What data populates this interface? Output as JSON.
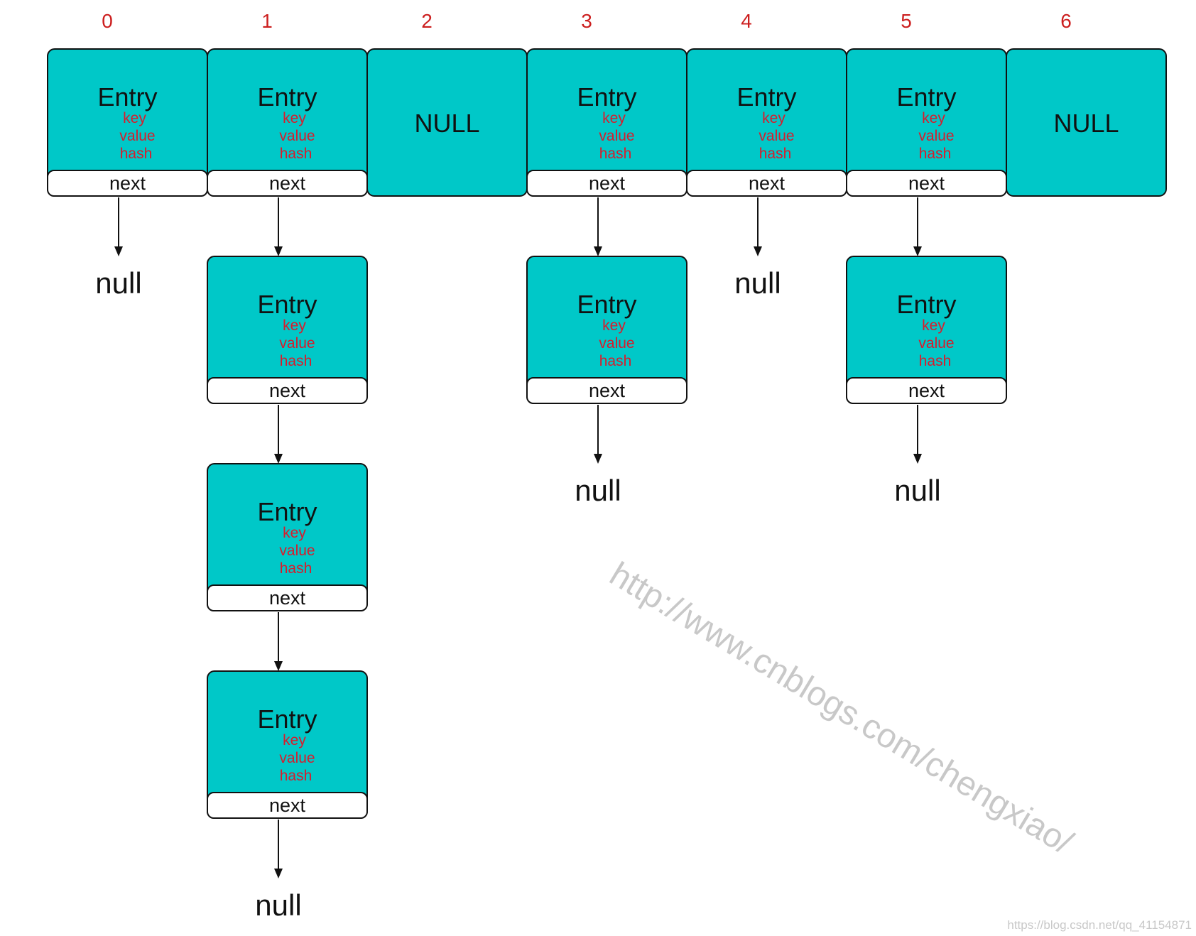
{
  "labels": {
    "entry": "Entry",
    "key": "key",
    "value": "value",
    "hash": "hash",
    "next": "next",
    "null_end": "null",
    "null_bucket": "NULL"
  },
  "buckets": [
    {
      "index": "0",
      "kind": "entry",
      "chain": 0
    },
    {
      "index": "1",
      "kind": "entry",
      "chain": 3
    },
    {
      "index": "2",
      "kind": "null",
      "chain": 0
    },
    {
      "index": "3",
      "kind": "entry",
      "chain": 1
    },
    {
      "index": "4",
      "kind": "entry",
      "chain": 0
    },
    {
      "index": "5",
      "kind": "entry",
      "chain": 1
    },
    {
      "index": "6",
      "kind": "null",
      "chain": 0
    }
  ],
  "watermarks": {
    "main": "http://www.cnblogs.com/chengxiao/",
    "corner": "https://blog.csdn.net/qq_41154871"
  },
  "colors": {
    "cell_fill": "#00c8c8",
    "index_color": "#cc1e1e",
    "field_color": "#d81c2c",
    "stroke": "#111111"
  }
}
